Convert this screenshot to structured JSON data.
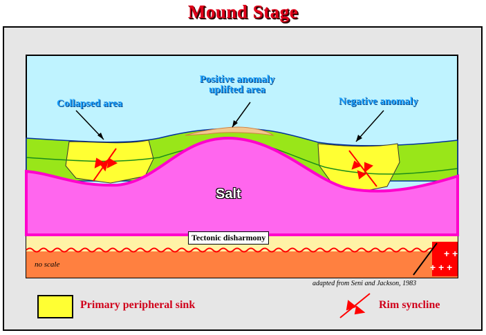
{
  "title": "Mound Stage",
  "labels": {
    "collapsed": "Collapsed area",
    "positive_line1": "Positive anomaly",
    "positive_line2": "uplifted area",
    "negative": "Negative anomaly",
    "salt": "Salt",
    "tectonic": "Tectonic disharmony",
    "no_scale": "no scale",
    "credit": "adapted from Seni and  Jackson, 1983"
  },
  "legend": {
    "sink": "Primary peripheral sink",
    "rim": "Rim syncline"
  },
  "colors": {
    "sky": "#bff3ff",
    "green": "#99e619",
    "yellow": "#ffff33",
    "salt": "#ff66ee",
    "salt_border": "#ff00cc",
    "basement_light": "#fff2a6",
    "basement": "#ff8040",
    "red_block": "#ff0000",
    "title": "#e0001a"
  }
}
